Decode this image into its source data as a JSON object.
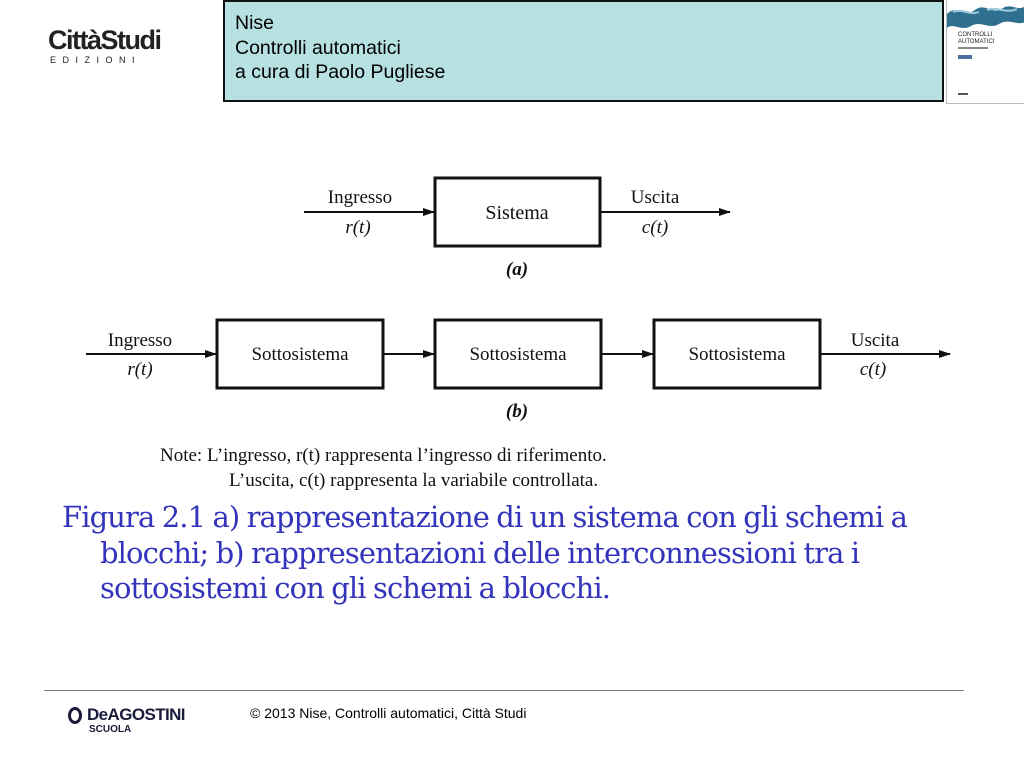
{
  "header": {
    "line1": "Nise",
    "line2": "Controlli automatici",
    "line3": "a cura di Paolo Pugliese"
  },
  "publisher_logo": {
    "name": "CittàStudi",
    "sub": "EDIZIONI"
  },
  "book_cover": {
    "title_line1": "CONTROLLI",
    "title_line2": "AUTOMATICI"
  },
  "figure": {
    "a": {
      "input_label": "Ingresso",
      "input_signal": "r(t)",
      "block": "Sistema",
      "output_label": "Uscita",
      "output_signal": "c(t)",
      "tag": "(a)"
    },
    "b": {
      "input_label": "Ingresso",
      "input_signal": "r(t)",
      "blocks": [
        "Sottosistema",
        "Sottosistema",
        "Sottosistema"
      ],
      "output_label": "Uscita",
      "output_signal": "c(t)",
      "tag": "(b)"
    },
    "note_line1": "Note:  L’ingresso, r(t) rappresenta l’ingresso di riferimento.",
    "note_line2": "L’uscita, c(t) rappresenta la variabile controllata."
  },
  "caption": "Figura 2.1 a) rappresentazione di un sistema con gli schemi a blocchi;  b) rappresentazioni delle interconnessioni tra i sottosistemi con gli schemi a blocchi.",
  "footer": {
    "brand": "DeAGOSTINI",
    "brand_sub": "SCUOLA",
    "copyright": "© 2013 Nise, Controlli automatici, Città Studi"
  }
}
